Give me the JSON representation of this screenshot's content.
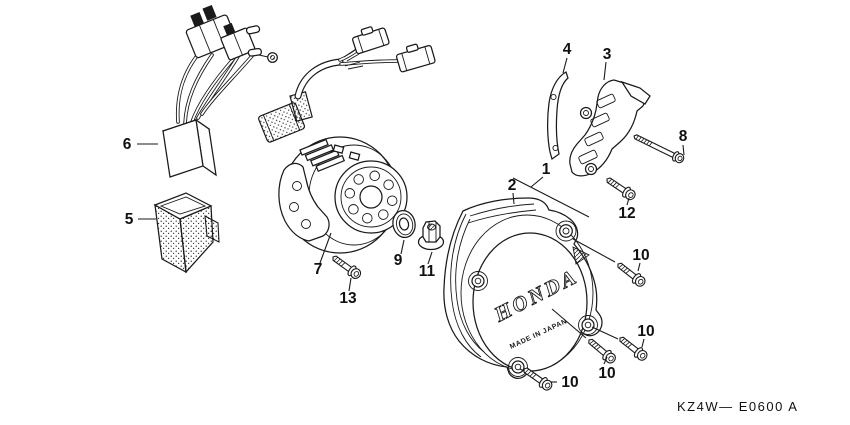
{
  "figure": {
    "brand_logo": "HONDA",
    "origin_text": "MADE IN JAPAN",
    "doc_code": "KZ4W— E0600 A",
    "colors": {
      "ink": "#1a1a1a",
      "background": "#ffffff"
    },
    "callouts": {
      "c1": "1",
      "c2": "2",
      "c3": "3",
      "c4": "4",
      "c5": "5",
      "c6": "6",
      "c7": "7",
      "c8": "8",
      "c9": "9",
      "c11": "11",
      "c12": "12",
      "c13": "13",
      "c10a": "10",
      "c10b": "10",
      "c10c": "10",
      "c10d": "10"
    }
  }
}
